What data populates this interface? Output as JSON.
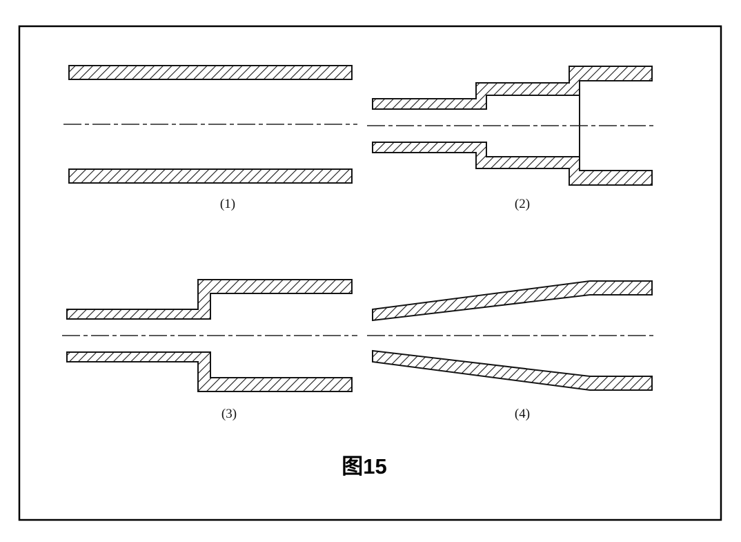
{
  "figure": {
    "caption": "图15",
    "panels": [
      {
        "label": "(1)"
      },
      {
        "label": "(2)"
      },
      {
        "label": "(3)"
      },
      {
        "label": "(4)"
      }
    ]
  }
}
